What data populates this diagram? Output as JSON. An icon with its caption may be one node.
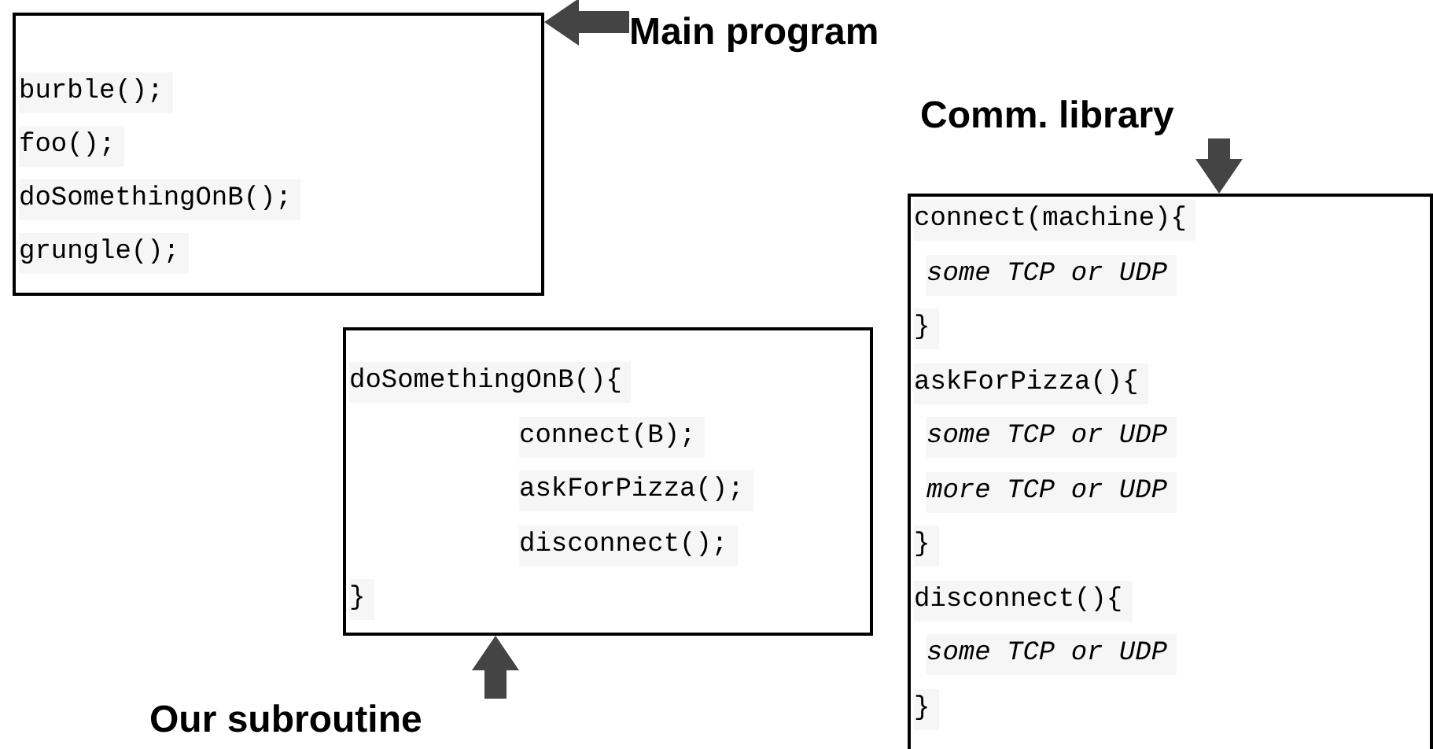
{
  "diagram": {
    "nodes": [
      {
        "text": [
          "burble();",
          "foo();",
          "doSomethingOnB();",
          "grungle();"
        ]
      },
      {
        "text": [
          "Main program"
        ]
      },
      {
        "text": [
          "Comm. library"
        ]
      },
      {
        "text": [
          "doSomethingOnB(){",
          "connect(B);",
          "askForPizza();",
          "disconnect();",
          "}"
        ]
      },
      {
        "text": [
          "connect(machine){",
          "some TCP or UDP",
          "}",
          "askForPizza(){",
          "some TCP or UDP",
          "more TCP or UDP",
          "}",
          "disconnect(){",
          "some TCP or UDP",
          "}"
        ]
      },
      {
        "text": [
          "Our subroutine"
        ]
      }
    ],
    "edges": [
      {
        "from": 1,
        "to": 0,
        "arrow": "to"
      },
      {
        "from": 2,
        "to": 4,
        "arrow": "to"
      },
      {
        "from": 5,
        "to": 3,
        "arrow": "to"
      }
    ]
  }
}
